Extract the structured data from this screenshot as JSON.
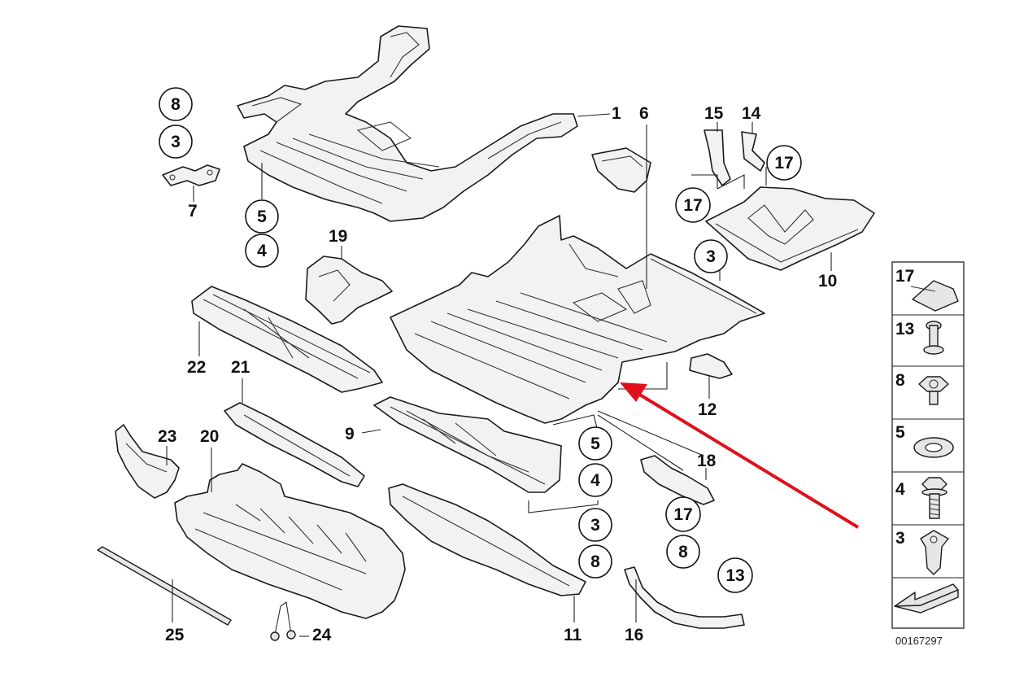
{
  "labels": {
    "p1": "1",
    "p6": "6",
    "p15": "15",
    "p14": "14",
    "p7": "7",
    "p19": "19",
    "p10": "10",
    "p22": "22",
    "p21": "21",
    "p12": "12",
    "p9": "9",
    "p23": "23",
    "p20": "20",
    "p18": "18",
    "p25": "25",
    "p24": "24",
    "p11": "11",
    "p16": "16"
  },
  "circled": {
    "c8a": "8",
    "c3a": "3",
    "c5a": "5",
    "c4a": "4",
    "c17a": "17",
    "c17b": "17",
    "c3b": "3",
    "c5b": "5",
    "c4b": "4",
    "c3c": "3",
    "c8b": "8",
    "c17c": "17",
    "c8c": "8",
    "c13": "13"
  },
  "legend": [
    {
      "num": "17",
      "icon": "clip-nut-icon"
    },
    {
      "num": "13",
      "icon": "expanding-rivet-icon"
    },
    {
      "num": "8",
      "icon": "collar-nut-icon"
    },
    {
      "num": "5",
      "icon": "washer-icon"
    },
    {
      "num": "4",
      "icon": "collar-screw-icon"
    },
    {
      "num": "3",
      "icon": "spreading-nut-icon"
    },
    {
      "num": "",
      "icon": "front-direction-arrow-icon"
    }
  ],
  "figure_number": "00167297",
  "colors": {
    "annotation_arrow": "#e0101a",
    "line": "#1a1a1a"
  }
}
